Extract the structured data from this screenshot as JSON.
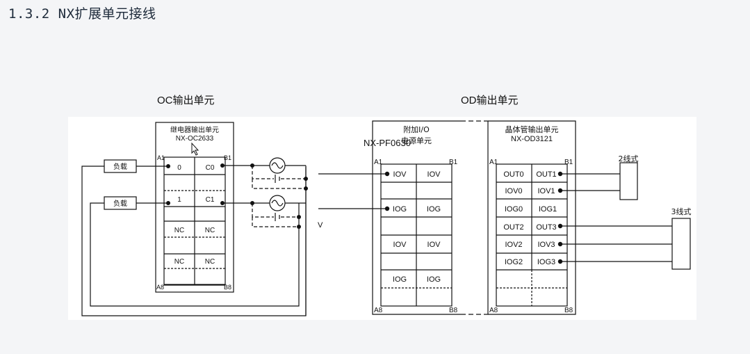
{
  "page": {
    "title": "1.3.2 NX扩展单元接线"
  },
  "captions": {
    "oc": "OC输出单元",
    "od": "OD输出单元"
  },
  "oc_unit": {
    "title_line1": "继电器输出单元",
    "title_line2": "NX-OC2633",
    "corner_a1": "A1",
    "corner_b1": "B1",
    "corner_a8": "A8",
    "corner_b8": "B8",
    "load1": "负载",
    "load2": "负载",
    "terminals": [
      {
        "a": "0",
        "b": "C0"
      },
      {
        "a": "1",
        "b": "C1"
      },
      {
        "a": "NC",
        "b": "NC"
      },
      {
        "a": "NC",
        "b": "NC"
      }
    ]
  },
  "pf_unit": {
    "title_line1": "附加I/O",
    "title_line2": "电源单元",
    "model": "NX-PF0630",
    "corner_a1": "A1",
    "corner_b1": "B1",
    "corner_a8": "A8",
    "corner_b8": "B8",
    "terminals": [
      {
        "a": "IOV",
        "b": "IOV"
      },
      {
        "a": "IOG",
        "b": "IOG"
      },
      {
        "a": "IOV",
        "b": "IOV"
      },
      {
        "a": "IOG",
        "b": "IOG"
      }
    ],
    "side_mark": "V"
  },
  "od_unit": {
    "title_line1": "晶体管输出单元",
    "title_line2": "NX-OD3121",
    "corner_a1": "A1",
    "corner_b1": "B1",
    "corner_a8": "A8",
    "corner_b8": "B8",
    "terminals": [
      {
        "a": "OUT0",
        "b": "OUT1"
      },
      {
        "a": "IOV0",
        "b": "IOV1"
      },
      {
        "a": "IOG0",
        "b": "IOG1"
      },
      {
        "a": "OUT2",
        "b": "OUT3"
      },
      {
        "a": "IOV2",
        "b": "IOV3"
      },
      {
        "a": "IOG2",
        "b": "IOG3"
      }
    ]
  },
  "devices": {
    "two_wire": "2线式",
    "three_wire": "3线式"
  }
}
